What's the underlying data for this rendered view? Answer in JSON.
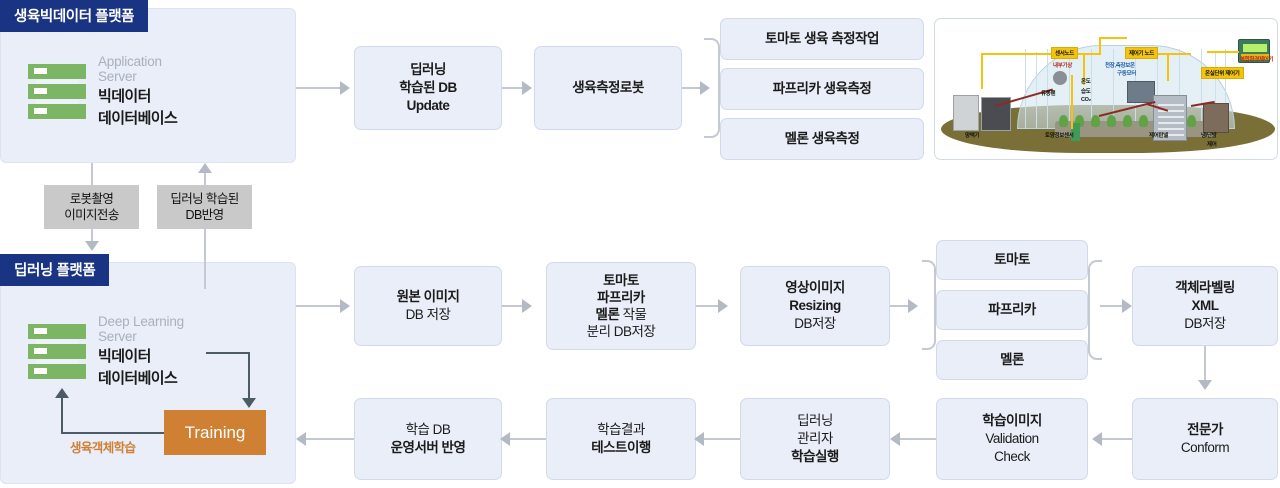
{
  "diagram": {
    "title_hidden": "",
    "colors": {
      "panel_header": "#1a3484",
      "panel_bg": "#e9eef8",
      "node_bg": "#e9eef8",
      "node_border": "#d2d9e8",
      "tag_bg": "#c9c9c9",
      "training_bg": "#cf8032",
      "server_icon": "#7cb563",
      "connector": "#c4c8d0",
      "dark_connector": "#4d5b66",
      "loop_label": "#cf8032"
    }
  },
  "bigdata_platform": {
    "header": "생육빅데이터 플랫폼",
    "server_sub_line1": "Application",
    "server_sub_line2": "Server",
    "server_main_line1": "빅데이터",
    "server_main_line2": "데이터베이스",
    "icon_name": "server-icon"
  },
  "deeplearning_platform": {
    "header": "딥러닝 플랫폼",
    "server_sub_line1": "Deep Learning",
    "server_sub_line2": "Server",
    "server_main_line1": "빅데이터",
    "server_main_line2": "데이터베이스",
    "training_label": "Training",
    "loop_label": "생육객체학습",
    "icon_name": "server-icon"
  },
  "interplatform_tags": [
    {
      "line1": "로봇촬영",
      "line2": "이미지전송"
    },
    {
      "line1": "딥러닝 학습된",
      "line2": "DB반영"
    }
  ],
  "top_flow": {
    "step1": {
      "line1": "딥러닝",
      "line2": "학습된 DB",
      "line3": "Update"
    },
    "step2": {
      "line1": "생육측정로봇"
    },
    "branches": [
      {
        "label": "토마토 생육 측정작업"
      },
      {
        "label": "파프리카 생육측정"
      },
      {
        "label": "멜론 생육측정"
      }
    ]
  },
  "greenhouse_photo": {
    "name": "greenhouse-smartfarm-illustration",
    "labels": {
      "sensor_node": "센서노드",
      "controller_node": "제어기 노드",
      "greenhouse_controller": "온실단위 제어기",
      "device_caption": "복합환경제어기",
      "internal_weather": "내부기상",
      "roof_side_insulation_motor_l1": "천장,측장보온",
      "roof_side_insulation_motor_l2": "구동모터",
      "temperature": "온도",
      "humidity": "습도",
      "co2": "CO₂",
      "circulation_fan": "유동팬",
      "nutrient_supply": "양액기",
      "soil_sensor": "토양정보센서",
      "control_panel": "제어판넬",
      "cooling_heating_l1": "냉/난방",
      "cooling_heating_l2": "제어"
    }
  },
  "bottom_flow_row1": {
    "step1": {
      "b": "원본 이미지",
      "n": "DB 저장"
    },
    "step2": {
      "b1": "토마토",
      "b2": "파프리카",
      "b3": "멜론",
      "n1": " 작물",
      "n2": "분리 DB저장"
    },
    "step3": {
      "b1": "영상이미지",
      "b2": "Resizing",
      "n": "DB저장"
    },
    "crops": [
      {
        "label": "토마토"
      },
      {
        "label": "파프리카"
      },
      {
        "label": "멜론"
      }
    ],
    "step4": {
      "b1": "객체라벨링",
      "b2": "XML",
      "n": "DB저장"
    }
  },
  "bottom_flow_row2": {
    "expert": {
      "b": "전문가",
      "n": "Conform"
    },
    "validation": {
      "b": "학습이미지",
      "n1": "Validation",
      "n2": "Check"
    },
    "train_exec": {
      "n1": "딥러닝",
      "n2": "관리자",
      "b": "학습실행"
    },
    "test": {
      "n": "학습결과",
      "b": "테스트이행"
    },
    "deploy": {
      "n": "학습 DB",
      "b": "운영서버 반영"
    }
  }
}
